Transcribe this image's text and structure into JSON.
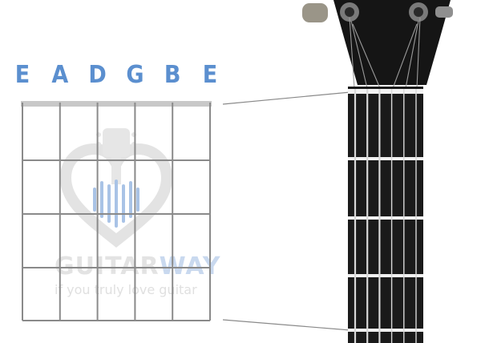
{
  "string_names": [
    "E",
    "A",
    "D",
    "G",
    "B",
    "E"
  ],
  "colors": {
    "string_name": "#5b8fcf",
    "grid_line": "#8a8a8a",
    "nut": "#c8c8c8",
    "fretboard": "#1a1a1a",
    "fret": "#f2f2f2",
    "headstock": "#151515",
    "watermark": "#e3e3e3",
    "watermark_blue": "#a9c3e6"
  },
  "watermark": {
    "brand_part1": "GUITAR",
    "brand_part2": "WAY",
    "tagline": "if you truly love guitar"
  },
  "icons": {
    "watermark_logo": "heart-guitar-icon",
    "tuning_peg": "tuning-peg-icon"
  }
}
